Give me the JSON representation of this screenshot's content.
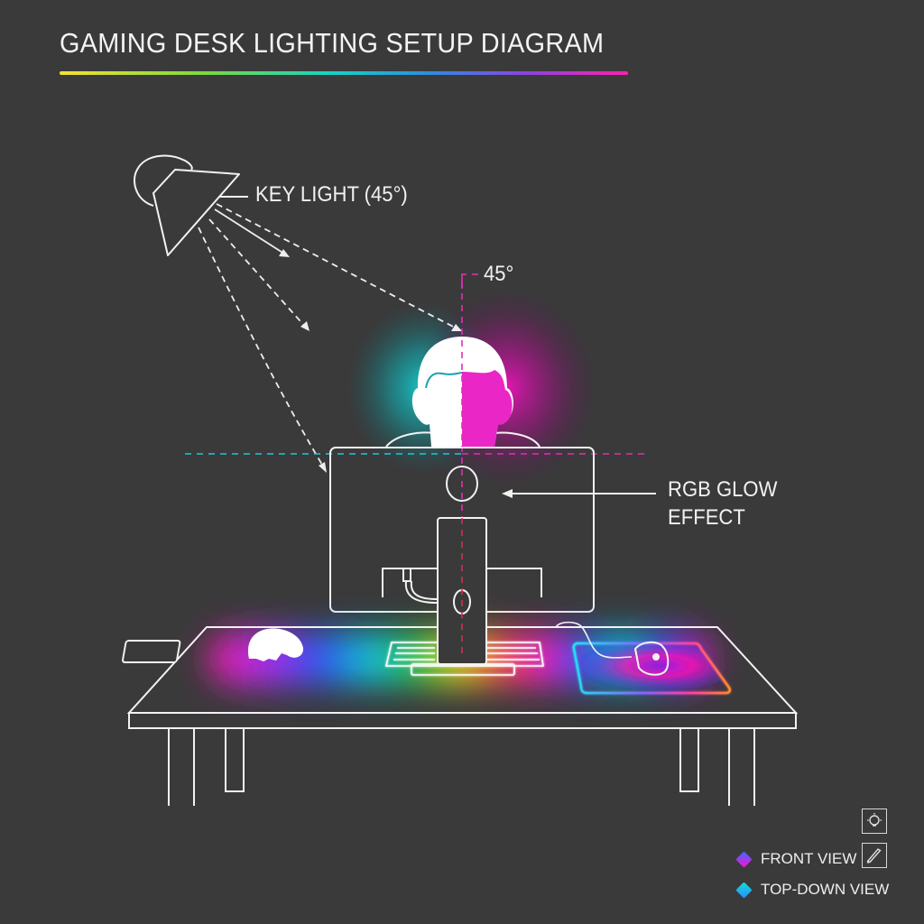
{
  "header": {
    "title": "GAMING DESK LIGHTING SETUP DIAGRAM",
    "underline_gradient": [
      "#f5e132",
      "#7ddb3b",
      "#12d3c8",
      "#2e8ce0",
      "#8a44e0",
      "#ff1fb0"
    ]
  },
  "annotations": {
    "key_light": "KEY LIGHT (45°)",
    "angle": "45°",
    "rgb_glow": [
      "RGB GLOW",
      "EFFECT"
    ]
  },
  "colors": {
    "background": "#3a3a3b",
    "line": "#f2f2f2",
    "cyan_glow": "#10d6d6",
    "magenta_glow": "#ff10c8",
    "guide_cyan": "#1ec8d8",
    "guide_magenta": "#e030b0"
  },
  "legend": {
    "items": [
      {
        "label": "FRONT VIEW",
        "icon": "diamond-purple-gradient",
        "color_from": "#3a6bff",
        "color_to": "#ff10d0"
      },
      {
        "label": "TOP-DOWN VIEW",
        "icon": "diamond-teal-gradient",
        "color_from": "#10e0d0",
        "color_to": "#2a8cff"
      }
    ]
  },
  "toolbar": {
    "buttons": [
      {
        "name": "light-bulb-tool",
        "icon": "lightbulb-icon"
      },
      {
        "name": "pencil-tool",
        "icon": "pencil-icon"
      }
    ]
  },
  "scene_elements": [
    "key-light-lamp",
    "light-rays",
    "person-head",
    "monitor-back",
    "monitor-stand",
    "desk",
    "keyboard",
    "hand-on-mouse-left",
    "mousepad",
    "mouse",
    "rgb-underglow-strip"
  ]
}
